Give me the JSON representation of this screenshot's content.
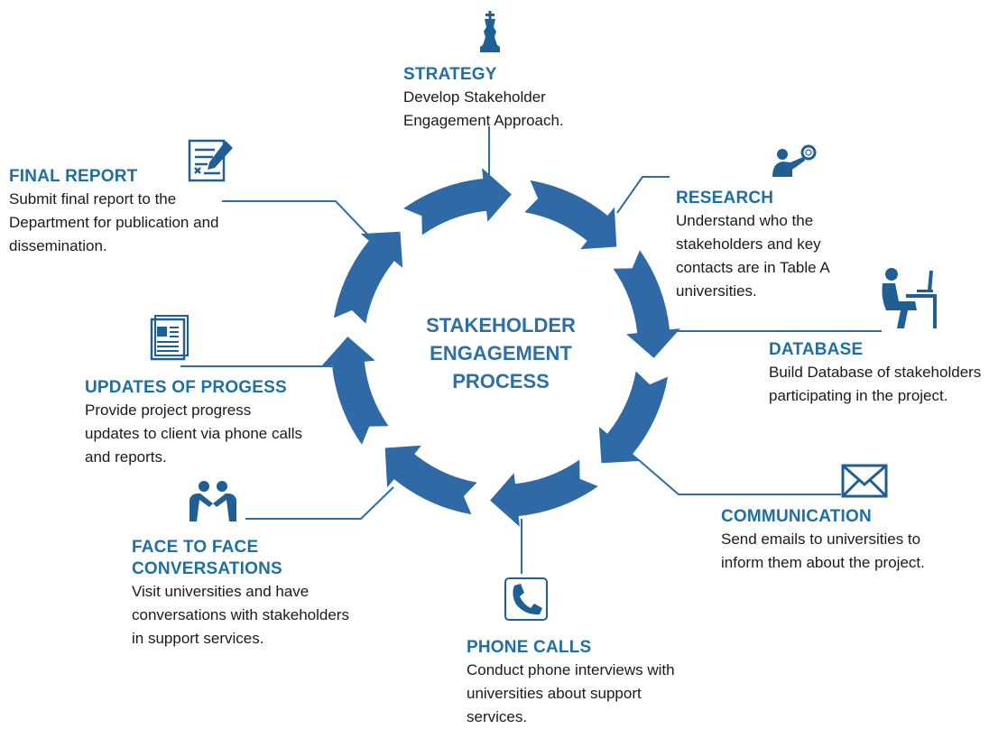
{
  "center": {
    "line1": "STAKEHOLDER",
    "line2": "ENGAGEMENT",
    "line3": "PROCESS"
  },
  "steps": {
    "strategy": {
      "title": "STRATEGY",
      "desc": "Develop Stakeholder Engagement Approach.",
      "icon": "chess-king-icon"
    },
    "research": {
      "title": "RESEARCH",
      "desc": "Understand who the stakeholders and key contacts are in Table A universities.",
      "icon": "person-magnifier-icon"
    },
    "database": {
      "title": "DATABASE",
      "desc": "Build Database of stakeholders  participating in the project.",
      "icon": "person-at-computer-icon"
    },
    "communication": {
      "title": "COMMUNICATION",
      "desc": "Send emails to universities to inform them about the project.",
      "icon": "envelope-icon"
    },
    "phone_calls": {
      "title": "PHONE CALLS",
      "desc": "Conduct phone interviews with universities about support services.",
      "icon": "phone-icon"
    },
    "face_to_face": {
      "title": "FACE TO FACE CONVERSATIONS",
      "desc": "Visit universities and have conversations with stakeholders in support services.",
      "icon": "people-meeting-icon"
    },
    "updates": {
      "title": "UPDATES OF PROGESS",
      "desc": "Provide project progress updates to client via phone calls and reports.",
      "icon": "report-document-icon"
    },
    "final_report": {
      "title": "FINAL REPORT",
      "desc": "Submit final report to the Department for publication and dissemination.",
      "icon": "signed-report-icon"
    }
  },
  "colors": {
    "accent": "#1f6fa3",
    "arrow": "#2f6aa6",
    "connector": "#2c6f9f",
    "text": "#1a1a1a"
  }
}
